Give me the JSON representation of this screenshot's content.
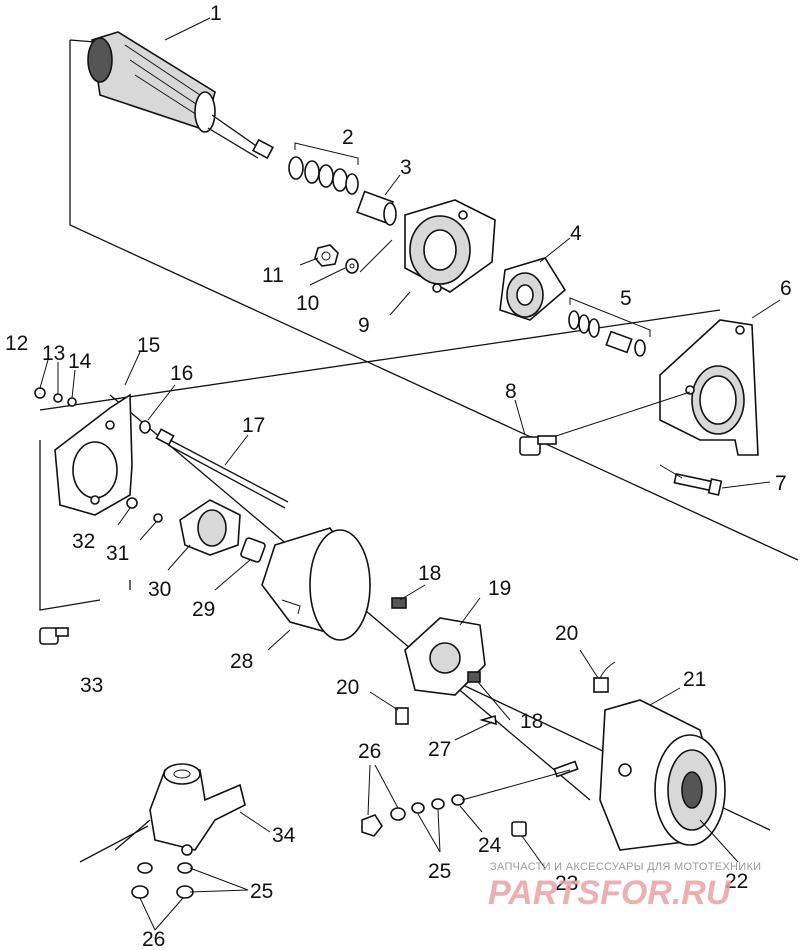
{
  "diagram": {
    "callouts": [
      "1",
      "2",
      "3",
      "4",
      "5",
      "6",
      "7",
      "8",
      "9",
      "10",
      "11",
      "12",
      "13",
      "14",
      "15",
      "16",
      "17",
      "18",
      "18",
      "19",
      "20",
      "20",
      "21",
      "22",
      "23",
      "24",
      "25",
      "25",
      "26",
      "26",
      "27",
      "28",
      "29",
      "30",
      "31",
      "32",
      "33",
      "34"
    ]
  },
  "watermark": {
    "caption": "ЗАПЧАСТИ И АКСЕССУАРЫ ДЛЯ МОТОТЕХНИКИ",
    "brand": "PARTSFOR.RU"
  }
}
